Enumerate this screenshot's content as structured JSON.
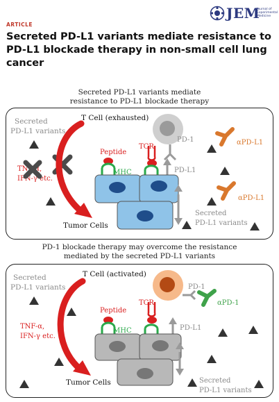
{
  "header": {
    "journal_name": "JEM",
    "journal_subtitle": "Journal of Experimental Medicine",
    "article_label": "ARTICLE",
    "title": "Secreted PD-L1 variants mediate resistance to PD-L1 blockade therapy in non-small cell lung cancer"
  },
  "panel_top": {
    "caption_line1": "Secreted PD-L1 variants mediate",
    "caption_line2": "resistance to PD-L1 blockade therapy",
    "tcell_label": "T Cell (exhausted)",
    "secreted_label_line1": "Secreted",
    "secreted_label_line2": "PD-L1 variants",
    "cytokine_line1": "TNF-α,",
    "cytokine_line2": "IFN-γ etc.",
    "peptide_label": "Peptide",
    "tcr_label": "TCR",
    "mhc_label": "MHC",
    "pd1_label": "PD-1",
    "pdl1_label": "PD-L1",
    "antibody_label_1": "αPD-L1",
    "antibody_label_2": "αPD-L1",
    "tumor_label": "Tumor Cells",
    "secreted_right_line1": "Secreted",
    "secreted_right_line2": "PD-L1 variants"
  },
  "panel_bottom": {
    "caption_line1": "PD-1 blockade therapy may overcome the resistance",
    "caption_line2": "mediated by the secreted PD-L1 variants",
    "tcell_label": "T Cell (activated)",
    "secreted_label_line1": "Secreted",
    "secreted_label_line2": "PD-L1 variants",
    "cytokine_line1": "TNF-α,",
    "cytokine_line2": "IFN-γ etc.",
    "peptide_label": "Peptide",
    "tcr_label": "TCR",
    "mhc_label": "MHC",
    "pd1_label": "PD-1",
    "pdl1_label": "PD-L1",
    "antibody_label": "αPD-1",
    "tumor_label": "Tumor Cells",
    "secreted_right_line1": "Secreted",
    "secreted_right_line2": "PD-L1 variants"
  },
  "colors": {
    "brand": "#2d3a80",
    "article_label": "#c0392b",
    "red_arrow": "#d91f1f",
    "tumor_blue": "#8fc3e8",
    "nucleus_blue": "#1f4d8a",
    "tumor_gray": "#b8b8b8",
    "mhc_green": "#2aa84a",
    "antibody_orange": "#d9782d",
    "antibody_green": "#3fa24a",
    "tcell_orange": "#f6b98a",
    "tcell_gray": "#c9c9c9"
  }
}
